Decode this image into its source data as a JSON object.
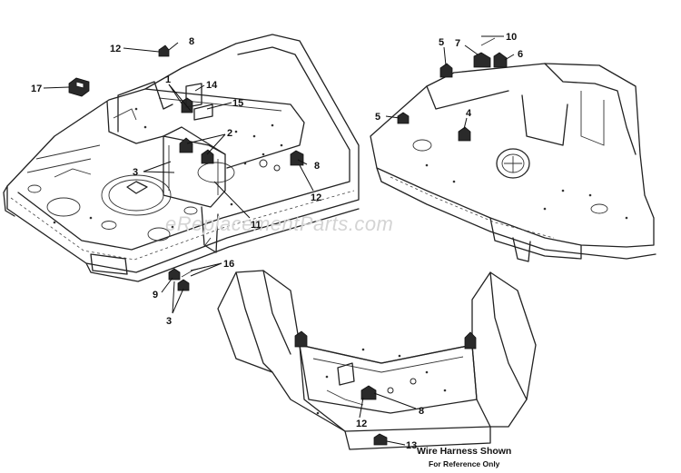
{
  "watermark": "eReplacementParts.com",
  "note": {
    "line1": "Wire Harness Shown",
    "line2": "For Reference Only"
  },
  "callouts": {
    "c17": "17",
    "c12a": "12",
    "c8a": "8",
    "c1": "1",
    "c14": "14",
    "c15": "15",
    "c2": "2",
    "c3a": "3",
    "c8b": "8",
    "c12b": "12",
    "c11": "11",
    "c16": "16",
    "c9": "9",
    "c3b": "3",
    "c5a": "5",
    "c7": "7",
    "c10": "10",
    "c6": "6",
    "c5b": "5",
    "c4": "4",
    "c8c": "8",
    "c12c": "12",
    "c13": "13"
  }
}
